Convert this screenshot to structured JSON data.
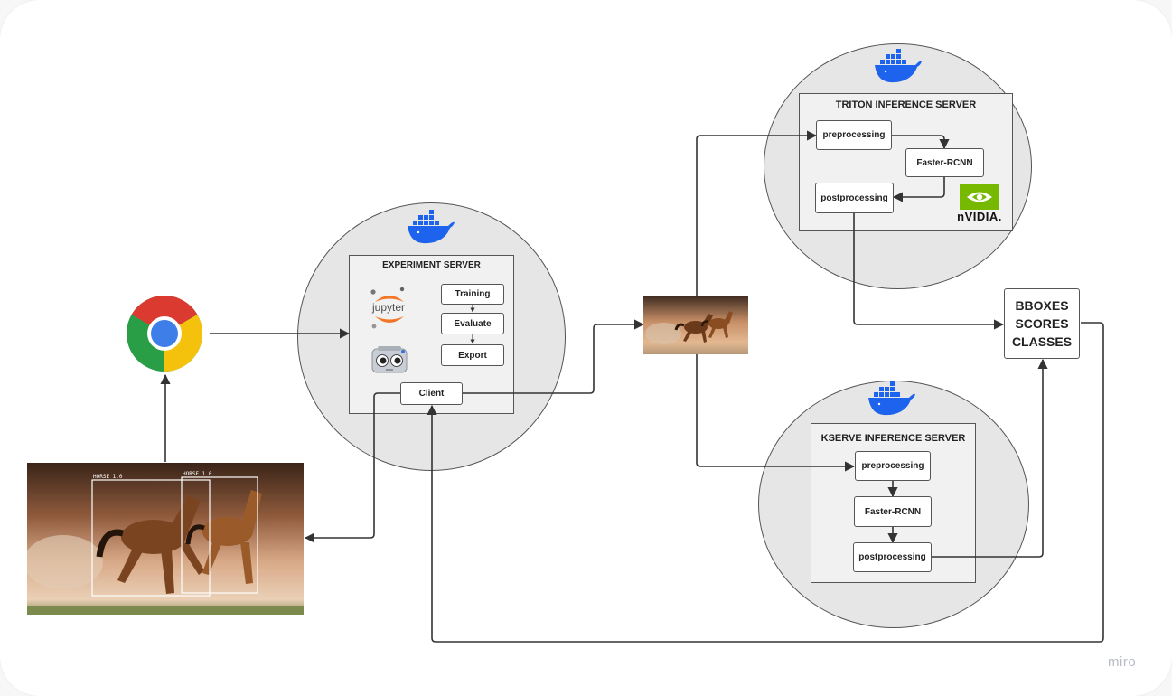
{
  "experiment_server": {
    "title": "EXPERIMENT SERVER",
    "steps": [
      "Training",
      "Evaluate",
      "Export"
    ],
    "client": "Client",
    "jupyter_text": "jupyter"
  },
  "triton_server": {
    "title": "TRITON INFERENCE SERVER",
    "preprocessing": "preprocessing",
    "model": "Faster-RCNN",
    "postprocessing": "postprocessing",
    "vendor_logo_text": "nVIDIA."
  },
  "kserve_server": {
    "title": "KSERVE INFERENCE SERVER",
    "preprocessing": "preprocessing",
    "model": "Faster-RCNN",
    "postprocessing": "postprocessing"
  },
  "result": {
    "lines": [
      "BBOXES",
      "SCORES",
      "CLASSES"
    ]
  },
  "detections": [
    {
      "label": "HORSE 1.0"
    },
    {
      "label": "HORSE 1.0"
    }
  ],
  "watermark": "miro",
  "icons": [
    "docker-whale-icon",
    "chrome-icon",
    "jupyter-icon",
    "robot-icon",
    "nvidia-icon",
    "horse-photo"
  ],
  "colors": {
    "docker_blue": "#1d63ed",
    "nvidia_green": "#76b900",
    "line": "#333333",
    "circle_fill": "#e6e6e6"
  }
}
